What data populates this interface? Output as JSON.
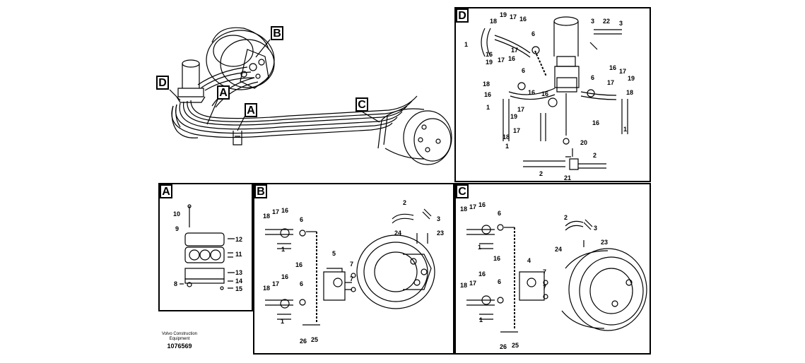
{
  "overview": {
    "callouts": {
      "b": "B",
      "d": "D",
      "a1": "A",
      "a2": "A",
      "c": "C"
    }
  },
  "panels": {
    "a": {
      "label": "A",
      "parts": [
        "10",
        "9",
        "12",
        "11",
        "13",
        "8",
        "14",
        "15"
      ]
    },
    "b": {
      "label": "B",
      "parts": [
        "18",
        "17",
        "16",
        "6",
        "1",
        "16",
        "5",
        "2",
        "3",
        "24",
        "23",
        "18",
        "17",
        "16",
        "6",
        "1",
        "7",
        "7",
        "26",
        "25"
      ]
    },
    "c": {
      "label": "C",
      "parts": [
        "18",
        "17",
        "16",
        "6",
        "1",
        "16",
        "4",
        "2",
        "3",
        "24",
        "23",
        "18",
        "17",
        "16",
        "6",
        "1",
        "7",
        "7",
        "26",
        "25"
      ]
    },
    "d": {
      "label": "D",
      "parts": [
        "19",
        "17",
        "18",
        "16",
        "6",
        "3",
        "22",
        "3",
        "1",
        "16",
        "17",
        "19",
        "17",
        "16",
        "6",
        "18",
        "16",
        "6",
        "16",
        "17",
        "19",
        "17",
        "18",
        "1",
        "17",
        "19",
        "17",
        "18",
        "16",
        "16",
        "1",
        "1",
        "20",
        "2",
        "2",
        "21",
        "16"
      ]
    }
  },
  "footer": {
    "line1": "Volvo Construction",
    "line2": "Equipment",
    "number": "1076569"
  },
  "colors": {
    "line": "#000000",
    "background": "#ffffff"
  }
}
